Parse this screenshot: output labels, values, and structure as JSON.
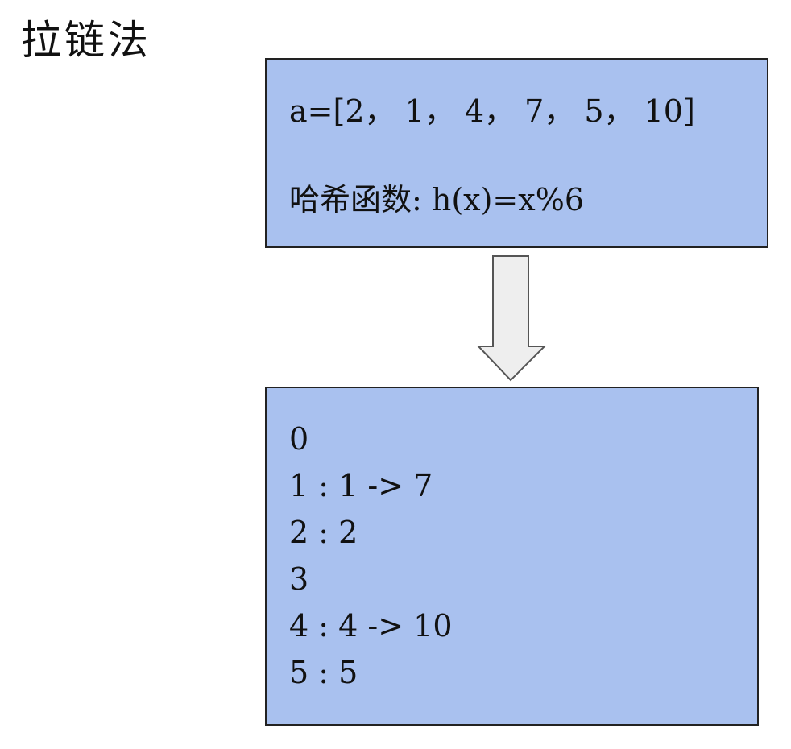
{
  "title": "拉链法",
  "input_box": {
    "array_line": "a=[2， 1， 4， 7， 5， 10]",
    "hash_line": "哈希函数: h(x)=x%6"
  },
  "result_box": {
    "rows": [
      "0",
      "1 :  1 -> 7",
      "2 :  2",
      "3",
      "4 :  4 -> 10",
      "5 :  5"
    ]
  },
  "colors": {
    "box_fill": "#a9c1ef",
    "box_border": "#222222",
    "arrow_fill": "#eeeeee",
    "arrow_stroke": "#555555"
  },
  "icons": {
    "arrow": "down-arrow-icon"
  }
}
